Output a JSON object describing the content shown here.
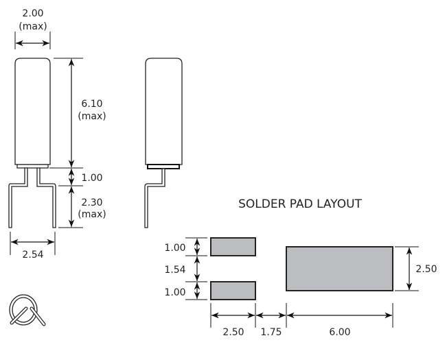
{
  "title": "SOLDER PAD LAYOUT",
  "package_dims": {
    "width": "2.00",
    "width_note": "(max)",
    "height": "6.10",
    "height_note": "(max)",
    "standoff": "1.00",
    "lead_length": "2.30",
    "lead_length_note": "(max)",
    "lead_pitch": "2.54"
  },
  "pad_dims": {
    "small_pad_height_top": "1.00",
    "pad_gap": "1.54",
    "small_pad_height_bottom": "1.00",
    "large_pad_height": "2.50",
    "small_pad_width": "2.50",
    "pad_spacing": "1.75",
    "large_pad_width": "6.00"
  },
  "colors": {
    "pad_fill": "#bcbdc0"
  }
}
